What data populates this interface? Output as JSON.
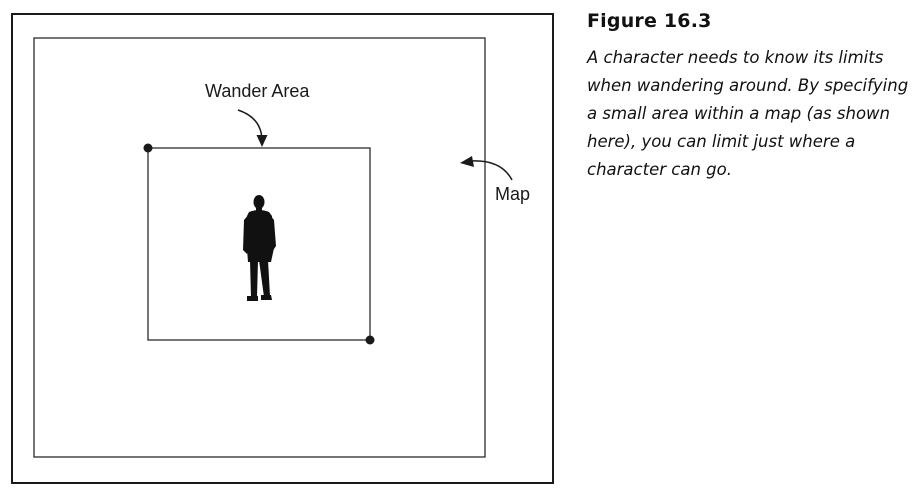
{
  "figure": {
    "title": "Figure 16.3",
    "caption": "A character needs to know its limits\nwhen wandering around. By specifying\na small area within a map (as shown\nhere), you can limit just where a\ncharacter can go."
  },
  "diagram": {
    "wander_area_label": "Wander Area",
    "map_label": "Map",
    "line_color": "#1a1a1a"
  }
}
